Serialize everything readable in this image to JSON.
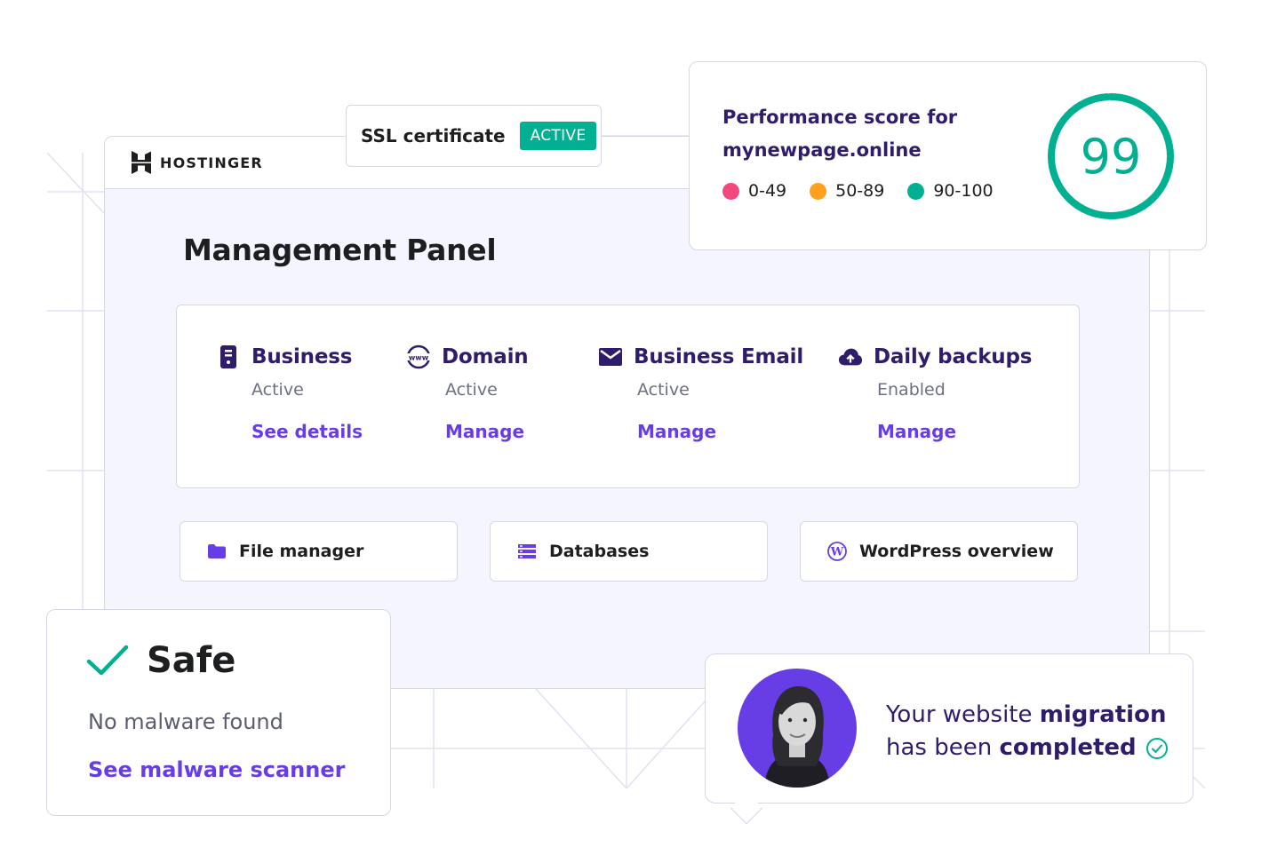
{
  "brand": {
    "name": "HOSTINGER",
    "icon": "hostinger-logo"
  },
  "ssl": {
    "label": "SSL certificate",
    "badge": "ACTIVE"
  },
  "panel": {
    "title": "Management Panel"
  },
  "services": [
    {
      "name": "Business",
      "status": "Active",
      "link": "See details",
      "icon": "server-icon"
    },
    {
      "name": "Domain",
      "status": "Active",
      "link": "Manage",
      "icon": "www-globe-icon"
    },
    {
      "name": "Business Email",
      "status": "Active",
      "link": "Manage",
      "icon": "envelope-icon"
    },
    {
      "name": "Daily backups",
      "status": "Enabled",
      "link": "Manage",
      "icon": "cloud-upload-icon"
    }
  ],
  "tools": [
    {
      "label": "File manager",
      "icon": "folder-icon"
    },
    {
      "label": "Databases",
      "icon": "database-icon"
    },
    {
      "label": "WordPress overview",
      "icon": "wordpress-icon"
    }
  ],
  "performance": {
    "title_line1": "Performance score for",
    "title_line2": "mynewpage.online",
    "score": "99",
    "score_value": 99,
    "legend": [
      {
        "label": "0-49",
        "color": "#f2487f"
      },
      {
        "label": "50-89",
        "color": "#ffa11f"
      },
      {
        "label": "90-100",
        "color": "#00b090"
      }
    ]
  },
  "safe": {
    "title": "Safe",
    "text": "No malware found",
    "link": "See malware scanner"
  },
  "migration": {
    "text_part1": "Your website ",
    "text_bold1": "migration",
    "text_part2": "has been ",
    "text_bold2": "completed"
  },
  "colors": {
    "accent": "#673de6",
    "success": "#00b090",
    "dark": "#2f1c6a",
    "border": "#d5d7e8",
    "panel_bg": "#f4f5ff"
  }
}
